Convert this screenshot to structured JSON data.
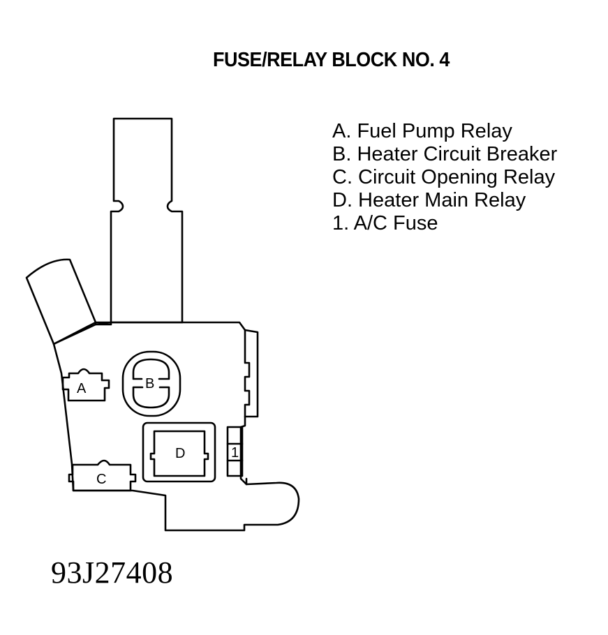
{
  "title": "FUSE/RELAY BLOCK NO. 4",
  "legend": [
    "A. Fuel Pump Relay",
    "B. Heater Circuit Breaker",
    "C. Circuit Opening Relay",
    "D. Heater Main Relay",
    "1. A/C Fuse"
  ],
  "component_labels": {
    "a": "A",
    "b": "B",
    "c": "C",
    "d": "D",
    "fuse": "1"
  },
  "figure_code": "93J27408"
}
